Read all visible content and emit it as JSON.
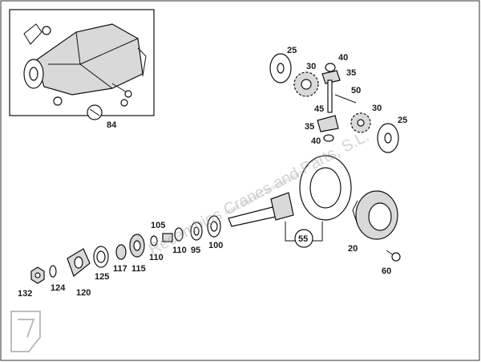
{
  "watermark": {
    "text": "Recambios Cranes and Parts, S.L.",
    "subtext": "www.Grupa-Camiones.com"
  },
  "part_numbers": {
    "p20": "20",
    "p25a": "25",
    "p25b": "25",
    "p30a": "30",
    "p30b": "30",
    "p35a": "35",
    "p35b": "35",
    "p40a": "40",
    "p40b": "40",
    "p45": "45",
    "p50": "50",
    "p55": "55",
    "p60": "60",
    "p84": "84",
    "p95": "95",
    "p100": "100",
    "p105": "105",
    "p110a": "110",
    "p110b": "110",
    "p115": "115",
    "p117": "117",
    "p120": "120",
    "p124": "124",
    "p125": "125",
    "p132": "132"
  },
  "colors": {
    "line": "#111111",
    "watermark": "#9aa0a6"
  }
}
